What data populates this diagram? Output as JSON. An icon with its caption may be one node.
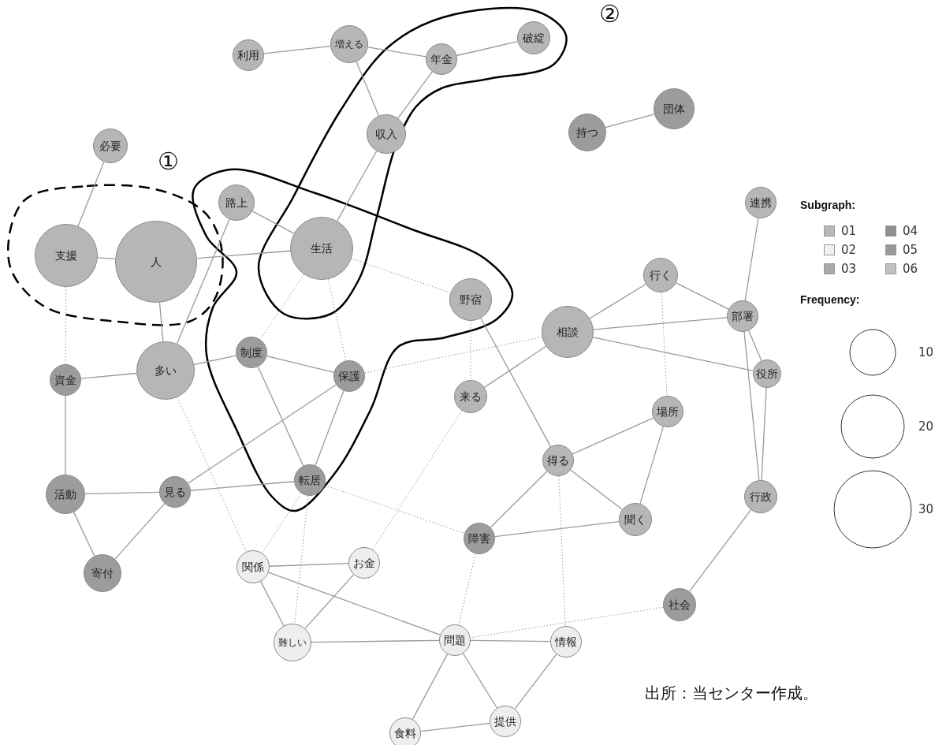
{
  "diagram": {
    "caption": "出所：当センター作成。",
    "nodes": [
      {
        "text": [
          "利用"
        ]
      },
      {
        "text": [
          "増える"
        ]
      },
      {
        "text": [
          "年金"
        ]
      },
      {
        "text": [
          "破綻"
        ]
      },
      {
        "text": [
          "収入"
        ]
      },
      {
        "text": [
          "持つ"
        ]
      },
      {
        "text": [
          "団体"
        ]
      },
      {
        "text": [
          "必要"
        ]
      },
      {
        "text": [
          "路上"
        ]
      },
      {
        "text": [
          "生活"
        ]
      },
      {
        "text": [
          "支援"
        ]
      },
      {
        "text": [
          "人"
        ]
      },
      {
        "text": [
          "連携"
        ]
      },
      {
        "text": [
          "行く"
        ]
      },
      {
        "text": [
          "野宿"
        ]
      },
      {
        "text": [
          "相談"
        ]
      },
      {
        "text": [
          "部署"
        ]
      },
      {
        "text": [
          "資金"
        ]
      },
      {
        "text": [
          "多い"
        ]
      },
      {
        "text": [
          "制度"
        ]
      },
      {
        "text": [
          "保護"
        ]
      },
      {
        "text": [
          "役所"
        ]
      },
      {
        "text": [
          "来る"
        ]
      },
      {
        "text": [
          "場所"
        ]
      },
      {
        "text": [
          "得る"
        ]
      },
      {
        "text": [
          "活動"
        ]
      },
      {
        "text": [
          "見る"
        ]
      },
      {
        "text": [
          "転居"
        ]
      },
      {
        "text": [
          "行政"
        ]
      },
      {
        "text": [
          "聞く"
        ]
      },
      {
        "text": [
          "障害"
        ]
      },
      {
        "text": [
          "寄付"
        ]
      },
      {
        "text": [
          "関係"
        ]
      },
      {
        "text": [
          "お金"
        ]
      },
      {
        "text": [
          "社会"
        ]
      },
      {
        "text": [
          "難しい"
        ]
      },
      {
        "text": [
          "問題"
        ]
      },
      {
        "text": [
          "情報"
        ]
      },
      {
        "text": [
          "提供"
        ]
      },
      {
        "text": [
          "食料"
        ]
      }
    ],
    "edges": [
      {
        "from": 0,
        "to": 1,
        "arrow": "none"
      },
      {
        "from": 1,
        "to": 2,
        "arrow": "none"
      },
      {
        "from": 2,
        "to": 3,
        "arrow": "none"
      },
      {
        "from": 1,
        "to": 4,
        "arrow": "none"
      },
      {
        "from": 2,
        "to": 4,
        "arrow": "none"
      },
      {
        "from": 4,
        "to": 9,
        "arrow": "none"
      },
      {
        "from": 5,
        "to": 6,
        "arrow": "none"
      },
      {
        "from": 7,
        "to": 10,
        "arrow": "none"
      },
      {
        "from": 10,
        "to": 11,
        "arrow": "none"
      },
      {
        "from": 11,
        "to": 9,
        "arrow": "none"
      },
      {
        "from": 8,
        "to": 9,
        "arrow": "none"
      },
      {
        "from": 8,
        "to": 18,
        "arrow": "none"
      },
      {
        "from": 11,
        "to": 18,
        "arrow": "none"
      },
      {
        "from": 10,
        "to": 17,
        "arrow": "none",
        "style": "dashed"
      },
      {
        "from": 17,
        "to": 18,
        "arrow": "none"
      },
      {
        "from": 18,
        "to": 19,
        "arrow": "none"
      },
      {
        "from": 9,
        "to": 19,
        "arrow": "none",
        "style": "dashed"
      },
      {
        "from": 9,
        "to": 20,
        "arrow": "none",
        "style": "dashed"
      },
      {
        "from": 9,
        "to": 14,
        "arrow": "none",
        "style": "dashed"
      },
      {
        "from": 19,
        "to": 20,
        "arrow": "none"
      },
      {
        "from": 19,
        "to": 27,
        "arrow": "none"
      },
      {
        "from": 20,
        "to": 27,
        "arrow": "none"
      },
      {
        "from": 20,
        "to": 26,
        "arrow": "none"
      },
      {
        "from": 20,
        "to": 15,
        "arrow": "none",
        "style": "dashed"
      },
      {
        "from": 17,
        "to": 25,
        "arrow": "none"
      },
      {
        "from": 25,
        "to": 26,
        "arrow": "none"
      },
      {
        "from": 25,
        "to": 31,
        "arrow": "none"
      },
      {
        "from": 31,
        "to": 26,
        "arrow": "none"
      },
      {
        "from": 26,
        "to": 27,
        "arrow": "none"
      },
      {
        "from": 18,
        "to": 32,
        "arrow": "none",
        "style": "dashed"
      },
      {
        "from": 27,
        "to": 32,
        "arrow": "none",
        "style": "dashed"
      },
      {
        "from": 27,
        "to": 35,
        "arrow": "none",
        "style": "dashed"
      },
      {
        "from": 27,
        "to": 30,
        "arrow": "none",
        "style": "dashed"
      },
      {
        "from": 32,
        "to": 33,
        "arrow": "none"
      },
      {
        "from": 32,
        "to": 35,
        "arrow": "none"
      },
      {
        "from": 32,
        "to": 36,
        "arrow": "none"
      },
      {
        "from": 33,
        "to": 35,
        "arrow": "none"
      },
      {
        "from": 33,
        "to": 22,
        "arrow": "none",
        "style": "dashed"
      },
      {
        "from": 35,
        "to": 36,
        "arrow": "none"
      },
      {
        "from": 14,
        "to": 22,
        "arrow": "none",
        "style": "dashed"
      },
      {
        "from": 14,
        "to": 24,
        "arrow": "none"
      },
      {
        "from": 15,
        "to": 22,
        "arrow": "none"
      },
      {
        "from": 15,
        "to": 13,
        "arrow": "none"
      },
      {
        "from": 15,
        "to": 16,
        "arrow": "none"
      },
      {
        "from": 15,
        "to": 21,
        "arrow": "none"
      },
      {
        "from": 13,
        "to": 16,
        "arrow": "none"
      },
      {
        "from": 13,
        "to": 23,
        "arrow": "none",
        "style": "dashed"
      },
      {
        "from": 12,
        "to": 16,
        "arrow": "none"
      },
      {
        "from": 16,
        "to": 21,
        "arrow": "none"
      },
      {
        "from": 16,
        "to": 28,
        "arrow": "none"
      },
      {
        "from": 21,
        "to": 28,
        "arrow": "none"
      },
      {
        "from": 23,
        "to": 24,
        "arrow": "none"
      },
      {
        "from": 23,
        "to": 29,
        "arrow": "none"
      },
      {
        "from": 24,
        "to": 29,
        "arrow": "none"
      },
      {
        "from": 24,
        "to": 30,
        "arrow": "none"
      },
      {
        "from": 24,
        "to": 37,
        "arrow": "none",
        "style": "dashed"
      },
      {
        "from": 30,
        "to": 29,
        "arrow": "none"
      },
      {
        "from": 30,
        "to": 36,
        "arrow": "none",
        "style": "dashed"
      },
      {
        "from": 28,
        "to": 34,
        "arrow": "none"
      },
      {
        "from": 34,
        "to": 36,
        "arrow": "none",
        "style": "dashed"
      },
      {
        "from": 36,
        "to": 37,
        "arrow": "none"
      },
      {
        "from": 36,
        "to": 39,
        "arrow": "none"
      },
      {
        "from": 36,
        "to": 38,
        "arrow": "none"
      },
      {
        "from": 37,
        "to": 38,
        "arrow": "none"
      },
      {
        "from": 38,
        "to": 39,
        "arrow": "none"
      }
    ],
    "labels": [
      "②",
      "①",
      "Subgraph:",
      "Frequency:"
    ],
    "legend": [
      {
        "text": "01",
        "color": "#b9b9b9"
      },
      {
        "text": "02",
        "color": "#f0f0f0"
      },
      {
        "text": "03",
        "color": "#a9a9a9"
      },
      {
        "text": "04",
        "color": "#8f8f8f"
      },
      {
        "text": "05",
        "color": "#999999"
      },
      {
        "text": "06",
        "color": "#c0c0c0"
      },
      {
        "text": "10"
      },
      {
        "text": "20"
      },
      {
        "text": "30"
      }
    ]
  }
}
